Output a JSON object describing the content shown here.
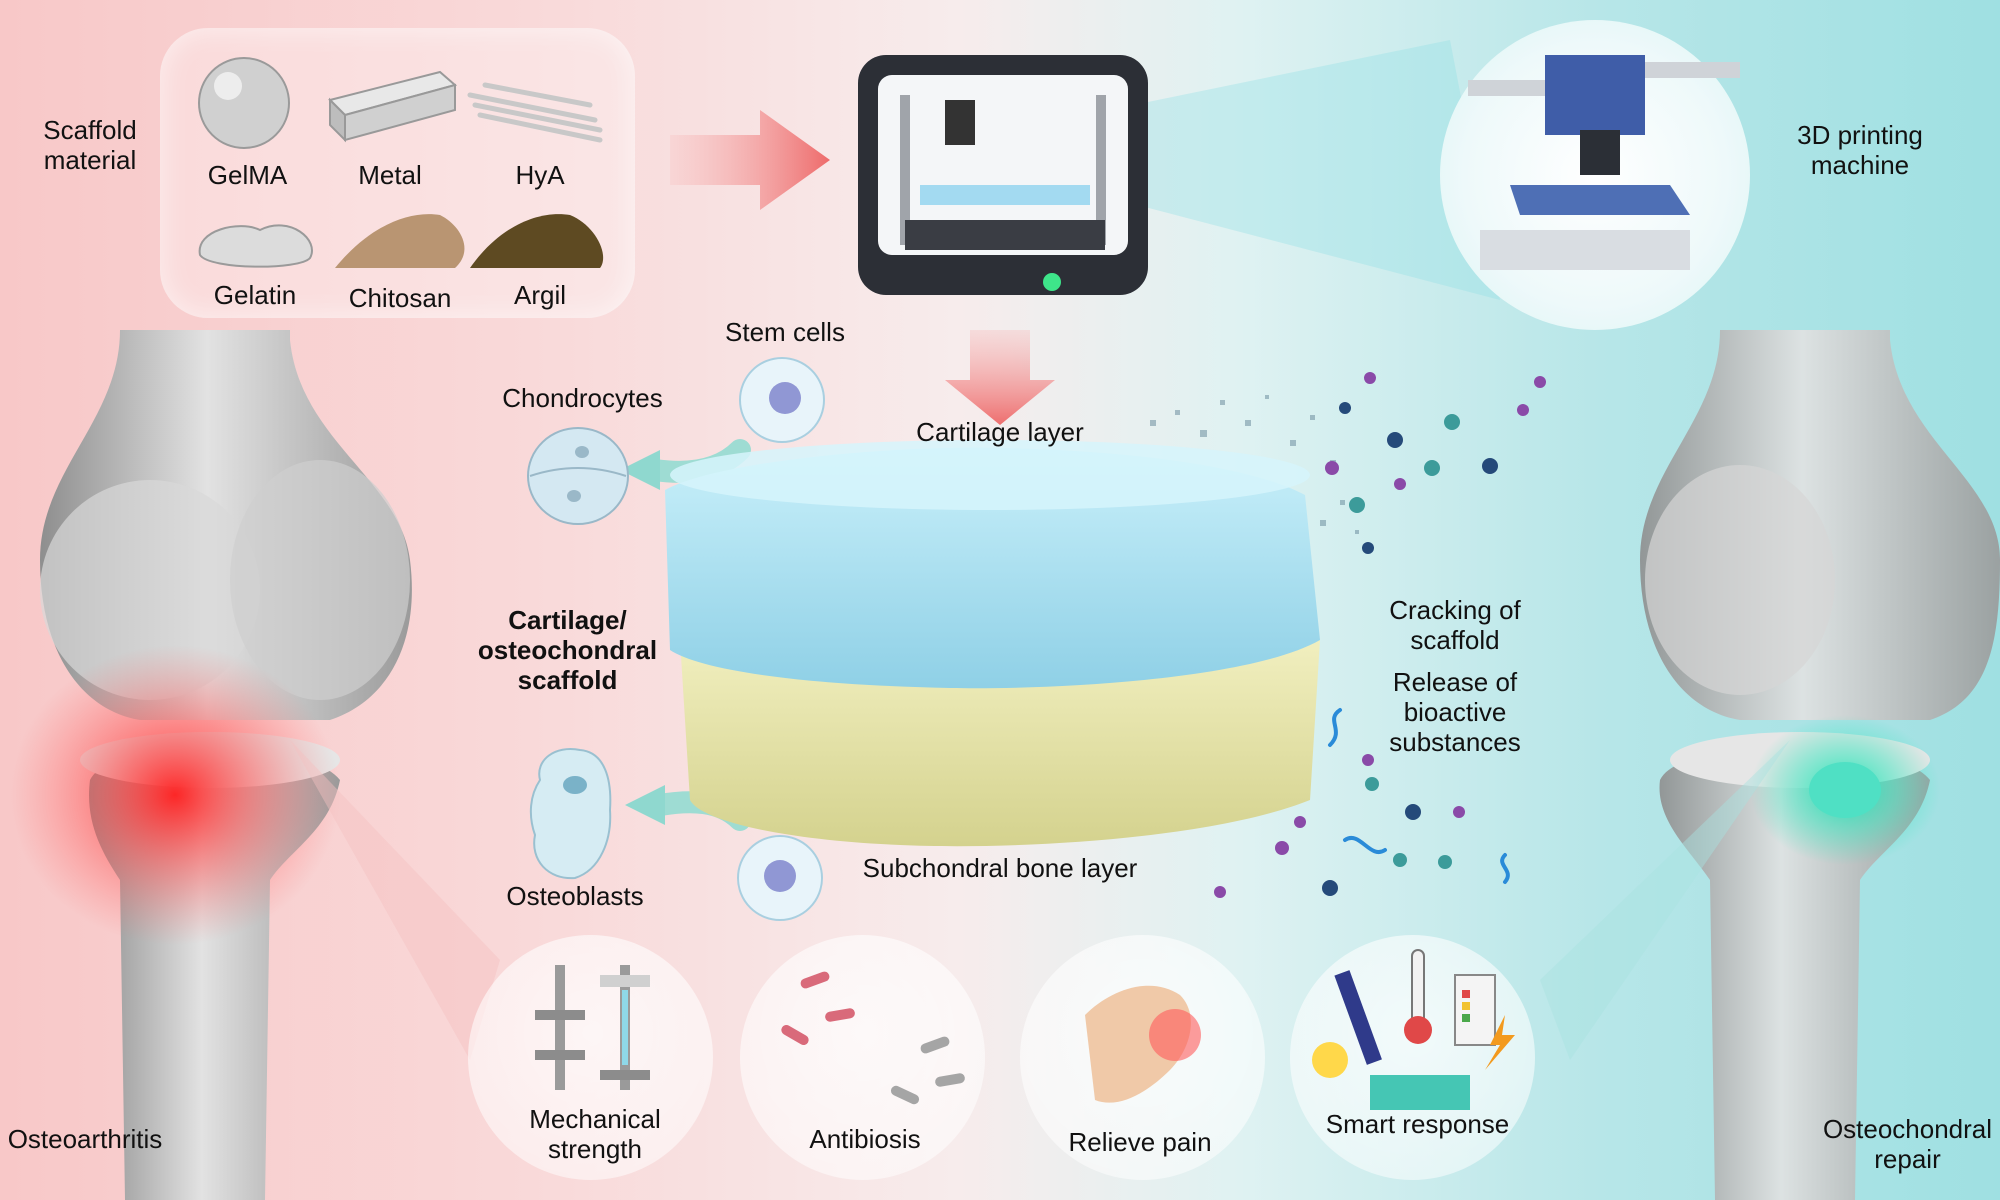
{
  "scaffold_material": {
    "heading": "Scaffold\nmaterial",
    "items": [
      "GelMA",
      "Metal",
      "HyA",
      "Gelatin",
      "Chitosan",
      "Argil"
    ]
  },
  "printer": {
    "label": "3D printing\nmachine"
  },
  "cells": {
    "stem": "Stem cells",
    "chondrocytes": "Chondrocytes",
    "osteoblasts": "Osteoblasts"
  },
  "scaffold": {
    "cartilage_layer": "Cartilage layer",
    "bone_layer": "Subchondral bone layer",
    "name": "Cartilage/\nosteochondral\nscaffold"
  },
  "process": {
    "cracking": "Cracking of\nscaffold",
    "release": "Release of\nbioactive\nsubstances"
  },
  "functions": [
    "Mechanical\nstrength",
    "Antibiosis",
    "Relieve pain",
    "Smart response"
  ],
  "knees": {
    "left": "Osteoarthritis",
    "right": "Osteochondral\nrepair"
  },
  "colors": {
    "left_bg": "#f8c8c8",
    "right_bg": "#9fe0e2",
    "cartilage": "#9fd8e8",
    "bone": "#e4e2a8",
    "inflammation": "#ff2a2a",
    "repair": "#2ee6b8"
  }
}
